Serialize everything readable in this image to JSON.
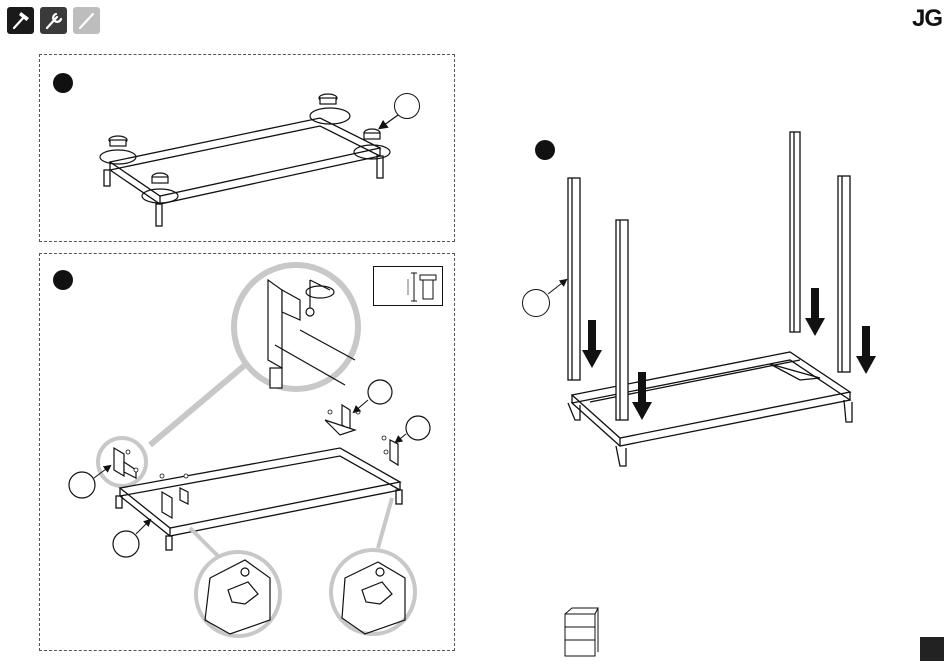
{
  "header": {
    "brand": "JG",
    "tools": [
      {
        "icon": "hammer-icon",
        "bg": "#1a1a1a"
      },
      {
        "icon": "wrench-icon",
        "bg": "#3a3a3a"
      },
      {
        "icon": "screwdriver-icon",
        "bg": "#bdbdbd"
      }
    ]
  },
  "colors": {
    "line": "#1a1a1a",
    "zoom_ring": "#c8c8c8",
    "fill_light": "#ffffff"
  },
  "panels": {
    "top_left": {
      "step_marker": "filled-circle"
    },
    "bottom_left": {
      "step_marker": "filled-circle",
      "detail_icon": "bolt-length-icon"
    },
    "right": {
      "step_marker": "filled-circle"
    }
  },
  "footer": {
    "thumbnail_icon": "bookshelf-thumbnail-icon"
  }
}
